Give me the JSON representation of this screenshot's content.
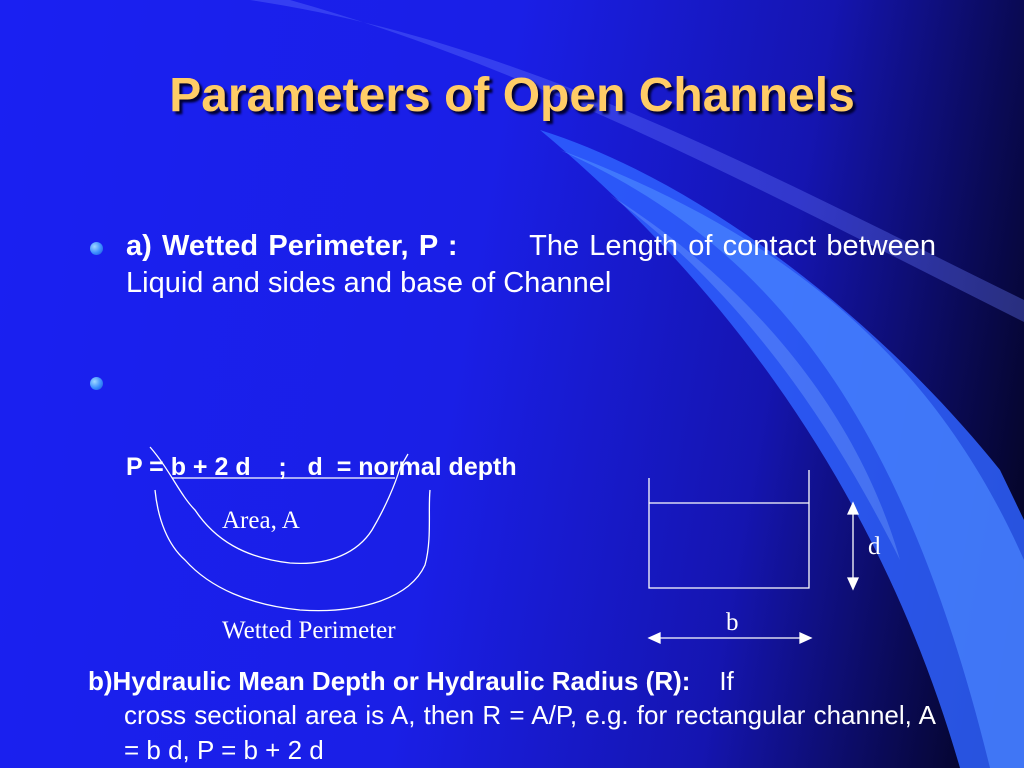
{
  "slide": {
    "title": "Parameters of Open Channels",
    "bullet_a": {
      "label": "a)   Wetted  Perimeter,  P  :",
      "text": "The Length of contact between Liquid and sides and base of Channel"
    },
    "bullet_p": {
      "text": "P = b + 2 d    ;   d  = normal depth"
    },
    "diagram": {
      "area_label": "Area, A",
      "perimeter_label": "Wetted Perimeter",
      "depth_label": "d",
      "width_label": "b"
    },
    "para_b": {
      "label": "b)Hydraulic Mean Depth or Hydraulic Radius (R):",
      "text_line1": "If",
      "text_rest": "cross sectional area is A, then  R = A/P,  e.g. for rectangular channel, A = b d,  P  =  b  +  2 d"
    }
  },
  "colors": {
    "title": "#ffcc66",
    "text": "#ffffff",
    "accent": "#3a8cff",
    "background": "#1a20f2"
  }
}
